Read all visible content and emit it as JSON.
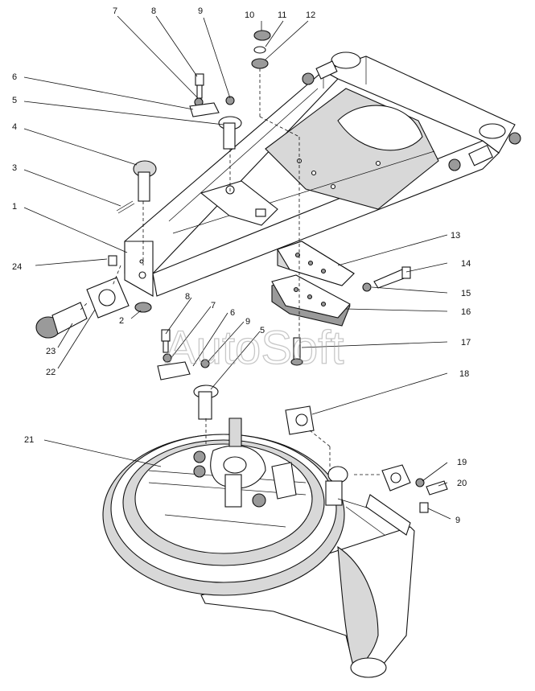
{
  "watermark": "AutoSoft",
  "callouts": [
    {
      "id": "c1",
      "label": "1"
    },
    {
      "id": "c2",
      "label": "2"
    },
    {
      "id": "c3",
      "label": "3"
    },
    {
      "id": "c4",
      "label": "4"
    },
    {
      "id": "c5a",
      "label": "5"
    },
    {
      "id": "c5b",
      "label": "5"
    },
    {
      "id": "c6a",
      "label": "6"
    },
    {
      "id": "c6b",
      "label": "6"
    },
    {
      "id": "c7a",
      "label": "7"
    },
    {
      "id": "c7b",
      "label": "7"
    },
    {
      "id": "c8a",
      "label": "8"
    },
    {
      "id": "c8b",
      "label": "8"
    },
    {
      "id": "c9a",
      "label": "9"
    },
    {
      "id": "c9b",
      "label": "9"
    },
    {
      "id": "c9c",
      "label": "9"
    },
    {
      "id": "c10",
      "label": "10"
    },
    {
      "id": "c11",
      "label": "11"
    },
    {
      "id": "c12",
      "label": "12"
    },
    {
      "id": "c13",
      "label": "13"
    },
    {
      "id": "c14",
      "label": "14"
    },
    {
      "id": "c15",
      "label": "15"
    },
    {
      "id": "c16",
      "label": "16"
    },
    {
      "id": "c17",
      "label": "17"
    },
    {
      "id": "c18",
      "label": "18"
    },
    {
      "id": "c19",
      "label": "19"
    },
    {
      "id": "c20",
      "label": "20"
    },
    {
      "id": "c21",
      "label": "21"
    },
    {
      "id": "c22",
      "label": "22"
    },
    {
      "id": "c23",
      "label": "23"
    },
    {
      "id": "c24",
      "label": "24"
    }
  ]
}
